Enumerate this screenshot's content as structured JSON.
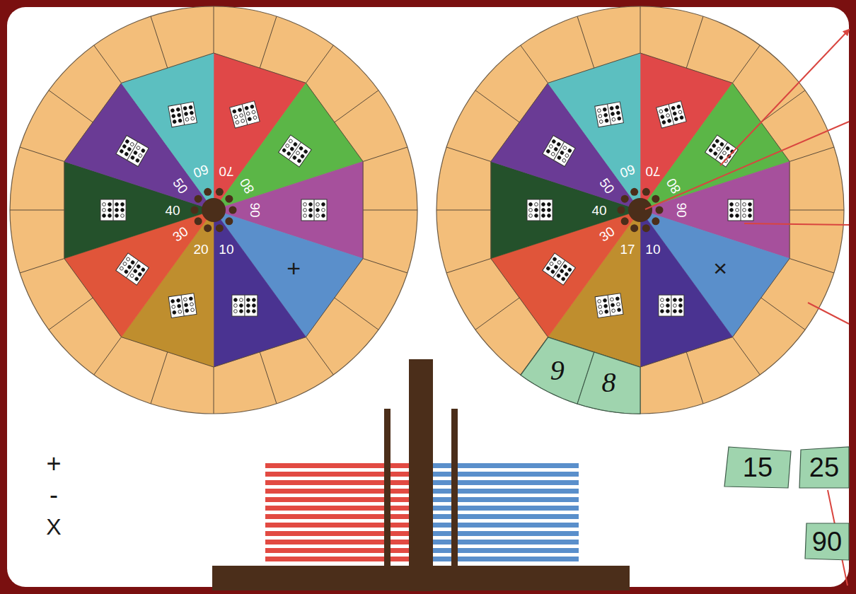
{
  "diagram": {
    "nodes": [
      {
        "text": [
          "9"
        ]
      },
      {
        "text": [
          "8"
        ]
      },
      {
        "text": [
          "15"
        ]
      },
      {
        "text": [
          "25"
        ]
      },
      {
        "text": [
          "90"
        ]
      }
    ],
    "labels": [
      "60",
      "70",
      "80",
      "90",
      "+",
      "10",
      "20",
      "30",
      "40",
      "50",
      "60",
      "70",
      "80",
      "90",
      "×",
      "10",
      "17",
      "30",
      "40",
      "50",
      "+",
      "-",
      "X"
    ]
  }
}
